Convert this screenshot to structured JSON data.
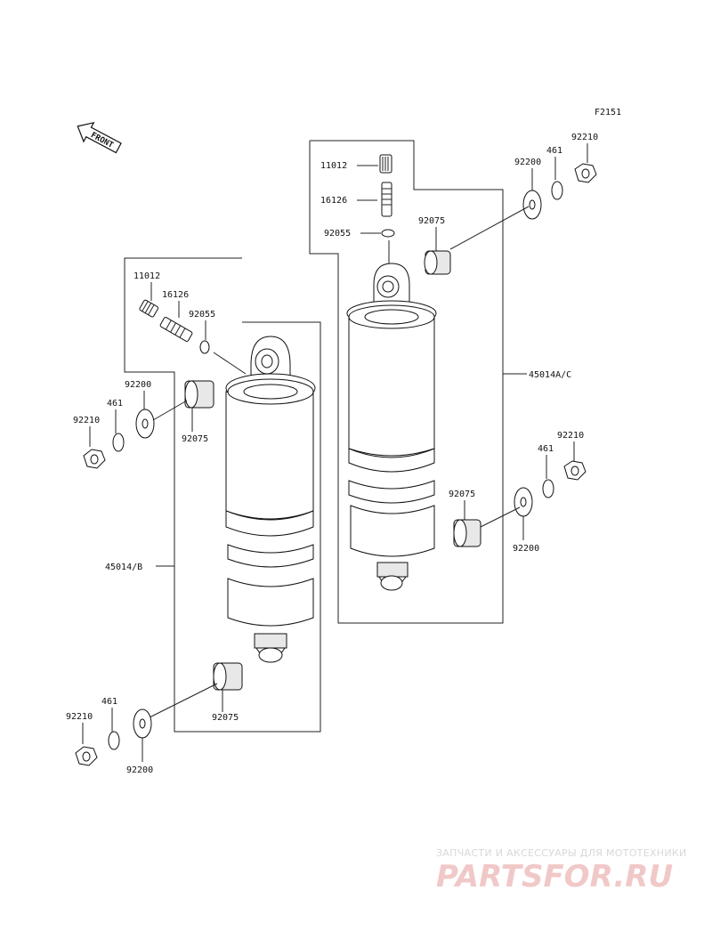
{
  "figure_code": "F2151",
  "front_arrow_label": "FRONT",
  "right_shock": {
    "labels": {
      "cap": "11012",
      "valve": "16126",
      "oring": "92055",
      "bushing_top": "92075",
      "washer_top": "92200",
      "clip_top": "461",
      "nut_top": "92210",
      "assembly": "45014A/C",
      "nut_bottom": "92210",
      "clip_bottom": "461",
      "bushing_bottom": "92075",
      "washer_bottom": "92200"
    }
  },
  "left_shock": {
    "labels": {
      "cap": "11012",
      "valve": "16126",
      "oring": "92055",
      "washer_top": "92200",
      "clip_top": "461",
      "nut_top": "92210",
      "bushing_top": "92075",
      "assembly": "45014/B",
      "clip_bottom": "461",
      "nut_bottom": "92210",
      "bushing_bottom": "92075",
      "washer_bottom": "92200"
    }
  },
  "watermark": {
    "tagline": "ЗАПЧАСТИ И АКСЕССУАРЫ ДЛЯ МОТОТЕХНИКИ",
    "logo": "PARTSFOR.RU",
    "colors": {
      "tagline": "#d8d8d8",
      "logo": "#f1c8c8"
    }
  }
}
